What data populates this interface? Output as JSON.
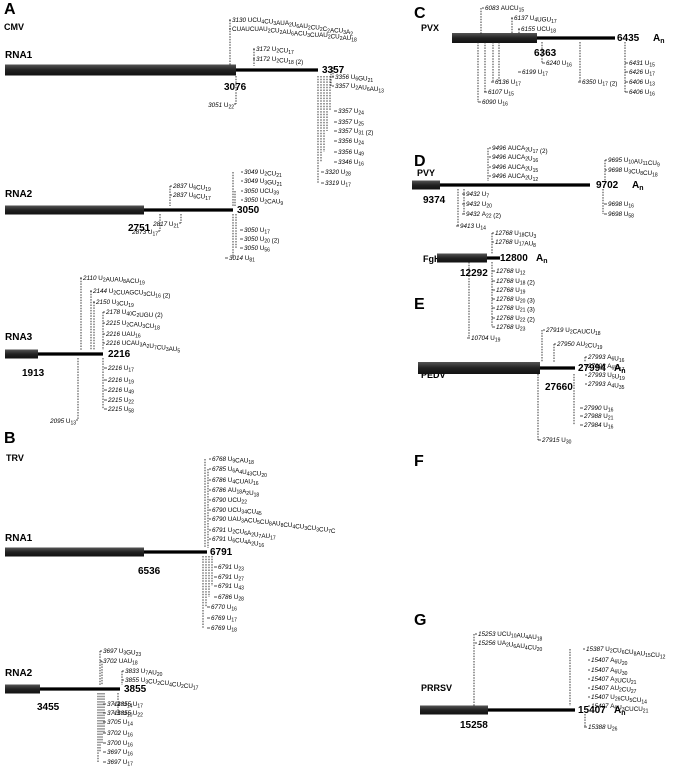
{
  "panels": [
    {
      "letter": "A",
      "virus": "CMV",
      "rnas": [
        {
          "name": "RNA1",
          "split": "3076",
          "end": "3357",
          "tail": "",
          "above": [
            "3130 UCU4CU3AUA2U6AU2CU2C2ACU3A2",
            "CUAUCUAU2CU2AU6ACU3CUAU2CU2AU18",
            "3172 U2CU17",
            "3172 U2CU18 (2)",
            "3356 U6GU21",
            "3357 U2AU6AU13"
          ],
          "below": [
            "3357 U24",
            "3357 U25",
            "3357 U31 (2)",
            "3356 U24",
            "3356 U49",
            "3346 U16",
            "3320 U28",
            "3319 U17"
          ],
          "splitlbl": [
            "3051 U22"
          ]
        },
        {
          "name": "RNA2",
          "split": "2751",
          "end": "3050",
          "tail": "",
          "above": [
            "3049 U2CU21",
            "3049 U3GU21",
            "3050 UCU39",
            "3050 U2CAU9",
            "2837 U6CU19",
            "2837 U6CU17"
          ],
          "below": [
            "3050 U17",
            "3050 U20 (2)",
            "3050 U56",
            "3014 U81"
          ],
          "splitlbl": [
            "2873 U17",
            "2817 U21"
          ]
        },
        {
          "name": "RNA3",
          "split": "1913",
          "end": "2216",
          "tail": "",
          "above": [
            "2110 U2AUAU8ACU19",
            "2144 U2CUAGCU3CU16 (2)",
            "2150 U3CU19",
            "2178 U40C2UGU (2)",
            "2215 U2CAU3CU18",
            "2216 UAU16",
            "2216 UCAU3A2U7CU3AU5"
          ],
          "below": [
            "2216 U17",
            "2216 U19",
            "2216 U49",
            "2215 U22",
            "2215 U58"
          ],
          "splitlbl": [
            "2095 U13"
          ]
        }
      ]
    },
    {
      "letter": "B",
      "virus": "TRV",
      "rnas": [
        {
          "name": "RNA1",
          "split": "6536",
          "end": "6791",
          "tail": "",
          "above": [
            "6768 U9CAU18",
            "6785 U6A4U43CU20",
            "6786 U4CUAU16",
            "6786 AU18A2U18",
            "6790 UCU22",
            "6790 UCU34CU45",
            "6790 UAU3ACU5CU8AU8CU4CU3CU3CU7C",
            "6791 U2CU6A2U7AU17",
            "6791 U6CU4A2U16"
          ],
          "below": [
            "6791 U23",
            "6791 U27",
            "6791 U43",
            "6786 U28",
            "6770 U16",
            "6769 U17",
            "6769 U18"
          ],
          "splitlbl": []
        },
        {
          "name": "RNA2",
          "split": "3455",
          "end": "3855",
          "tail": "",
          "above": [
            "3697 U3GU23",
            "3702 UAU18",
            "3833 U7AU20",
            "3855 U3CU2CU4CU2CU17"
          ],
          "below": [
            "3855 U17",
            "3855 U22",
            "3711 U14",
            "3711 U10",
            "3705 U14",
            "3702 U16",
            "3700 U16",
            "3697 U16",
            "3697 U17"
          ],
          "splitlbl": []
        }
      ]
    },
    {
      "letter": "C",
      "virus": "PVX",
      "rnas": [
        {
          "name": "",
          "split": "6363",
          "end": "6435",
          "tail": "An",
          "above": [
            "6083 AUCU15",
            "6137 U4UGU17",
            "6155 UCU18"
          ],
          "below": [
            "6240 U16",
            "6199 U17",
            "6350 U17 (2)",
            "6136 U17",
            "6107 U15",
            "6090 U16",
            "6431 U15",
            "6426 U17",
            "6406 U13",
            "6406 U16"
          ],
          "splitlbl": []
        }
      ]
    },
    {
      "letter": "D",
      "virus": "PVY",
      "rnas": [
        {
          "name": "",
          "split": "9374",
          "end": "9702",
          "tail": "An",
          "above": [
            "9496 AUCA2U17 (2)",
            "9496 AUCA2U16",
            "9496 AUCA2U15",
            "9496 AUCA2U12",
            "9695 U10AU11CU9",
            "9698 U3CU8CU18"
          ],
          "below": [
            "9432 U7",
            "9432 U20",
            "9432 A22 (2)",
            "9413 U14",
            "9698 U16",
            "9698 U58"
          ],
          "splitlbl": []
        }
      ]
    },
    {
      "letter": "E",
      "virus": "FgHV2",
      "rnas": [
        {
          "name": "",
          "split": "12292",
          "end": "12800",
          "tail": "An",
          "above": [
            "12768 U18CU3",
            "12768 U17AU8"
          ],
          "below": [
            "12768 U12",
            "12768 U18 (2)",
            "12768 U19",
            "12768 U20 (3)",
            "12768 U21 (3)",
            "12768 U22 (2)",
            "12768 U23",
            "10704 U19"
          ],
          "splitlbl": []
        }
      ]
    },
    {
      "letter": "F",
      "virus": "PEDV",
      "rnas": [
        {
          "name": "",
          "split": "27660",
          "end": "27994",
          "tail": "An",
          "above": [
            "27919 U2CAUCU18",
            "27950 AU2CU19",
            "27993 A6U16",
            "27993 A6U17",
            "27993 U5U19",
            "27993 A4U35"
          ],
          "below": [
            "27990 U16",
            "27988 U21",
            "27984 U16",
            "27915 U30"
          ],
          "splitlbl": []
        }
      ]
    },
    {
      "letter": "G",
      "virus": "PRRSV",
      "rnas": [
        {
          "name": "",
          "split": "15258",
          "end": "15407",
          "tail": "An",
          "above": [
            "15253 UCU10AU4AU18",
            "15256 UA2U6AU4CU20",
            "15387 U2CU6CU8AU15CU12",
            "15407 A6U20",
            "15407 A6U30",
            "15407 A2UCU21",
            "15407 AU2CU27",
            "15407 U26CU5CU14",
            "15407 A6U3CUCU21"
          ],
          "below": [
            "15388 U26"
          ],
          "splitlbl": []
        }
      ]
    }
  ]
}
